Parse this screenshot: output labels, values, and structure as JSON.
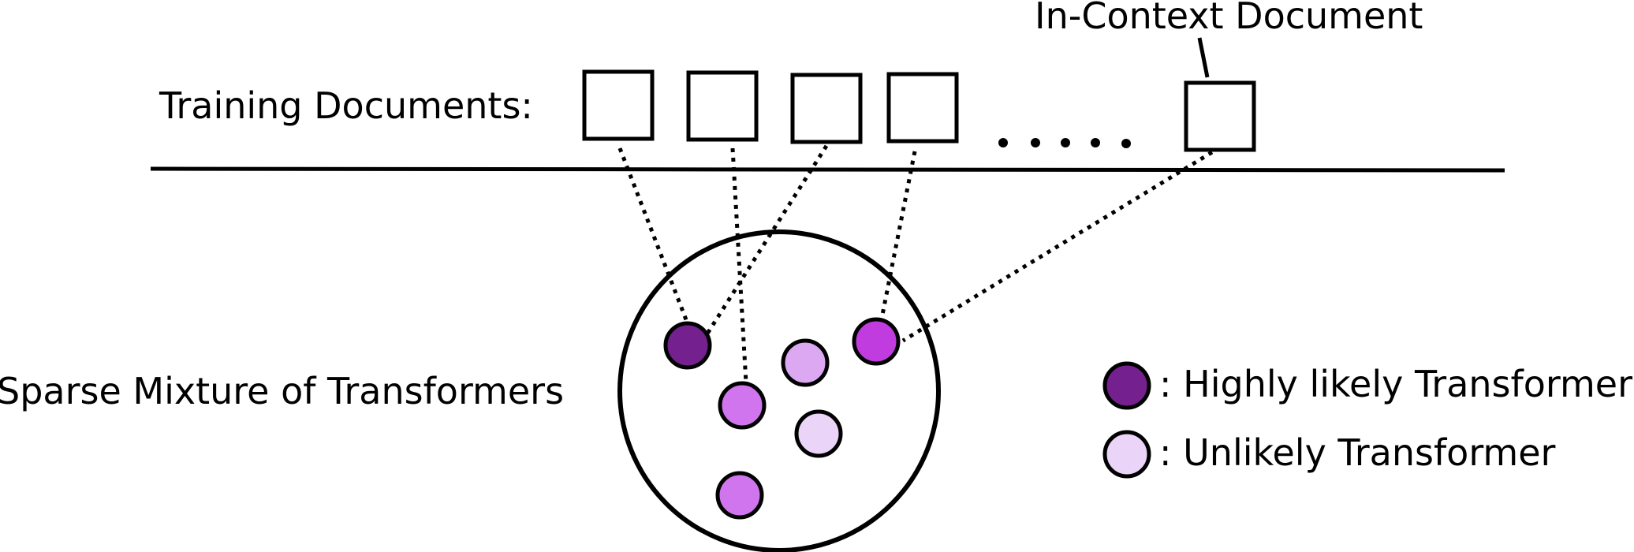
{
  "labels": {
    "training_documents": "Training Documents:",
    "in_context_document": "In-Context Document",
    "sparse_mixture": "Sparse Mixture of Transformers",
    "legend_high": ": Highly likely Transformer",
    "legend_low": ": Unlikely Transformer"
  },
  "colors": {
    "highly_likely": "#74208f",
    "very_likely": "#c03cde",
    "likely": "#d175ee",
    "somewhat_likely": "#dca8f2",
    "unlikely": "#ead4f7",
    "stroke": "#000000"
  },
  "training_document_count": 4,
  "ellipsis": ". . . . .",
  "transformers": [
    {
      "id": "t1",
      "likelihood": "highly_likely"
    },
    {
      "id": "t2",
      "likelihood": "very_likely"
    },
    {
      "id": "t3",
      "likelihood": "somewhat_likely"
    },
    {
      "id": "t4",
      "likelihood": "likely"
    },
    {
      "id": "t5",
      "likelihood": "unlikely"
    },
    {
      "id": "t6",
      "likelihood": "likely"
    }
  ],
  "links": [
    {
      "from": "training-doc-1",
      "to": "t1"
    },
    {
      "from": "training-doc-2",
      "to": "t4"
    },
    {
      "from": "training-doc-3",
      "to": "t1"
    },
    {
      "from": "training-doc-4",
      "to": "t2"
    },
    {
      "from": "in-context-doc",
      "to": "t2"
    }
  ]
}
